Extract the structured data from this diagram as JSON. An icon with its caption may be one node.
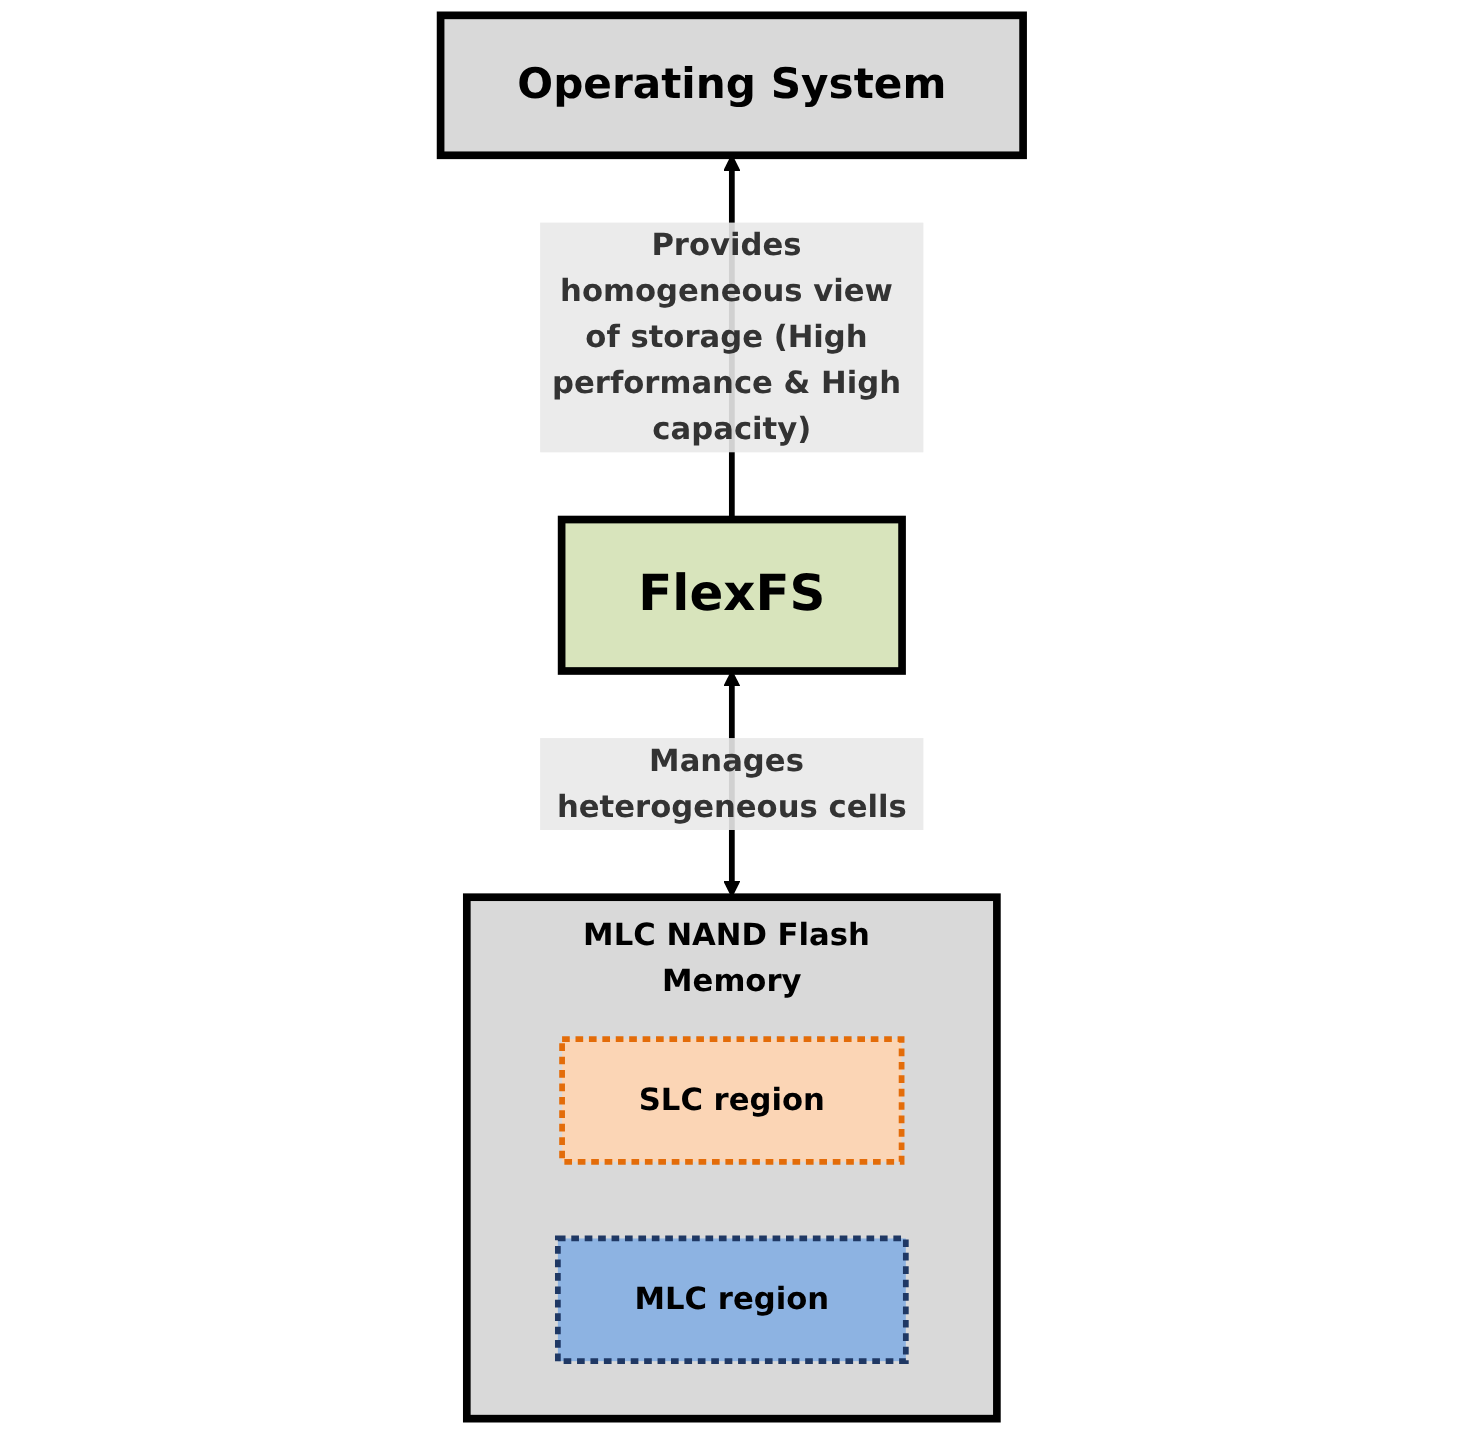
{
  "diagram": {
    "nodes": [
      {
        "text": [
          "Operating System"
        ]
      },
      {
        "text": [
          "FlexFS"
        ]
      },
      {
        "text": [
          "MLC NAND Flash Memory"
        ]
      },
      {
        "text": [
          "SLC region"
        ],
        "in": 2
      },
      {
        "text": [
          "MLC region"
        ],
        "in": 2
      }
    ],
    "edges": [
      {
        "from": 1,
        "to": 0,
        "arrow": "to",
        "label": "Provides homogeneous view of storage (High performance & High capacity)"
      },
      {
        "from": 2,
        "to": 1,
        "arrow": "both",
        "label": "Manages heterogeneous cells"
      }
    ]
  }
}
